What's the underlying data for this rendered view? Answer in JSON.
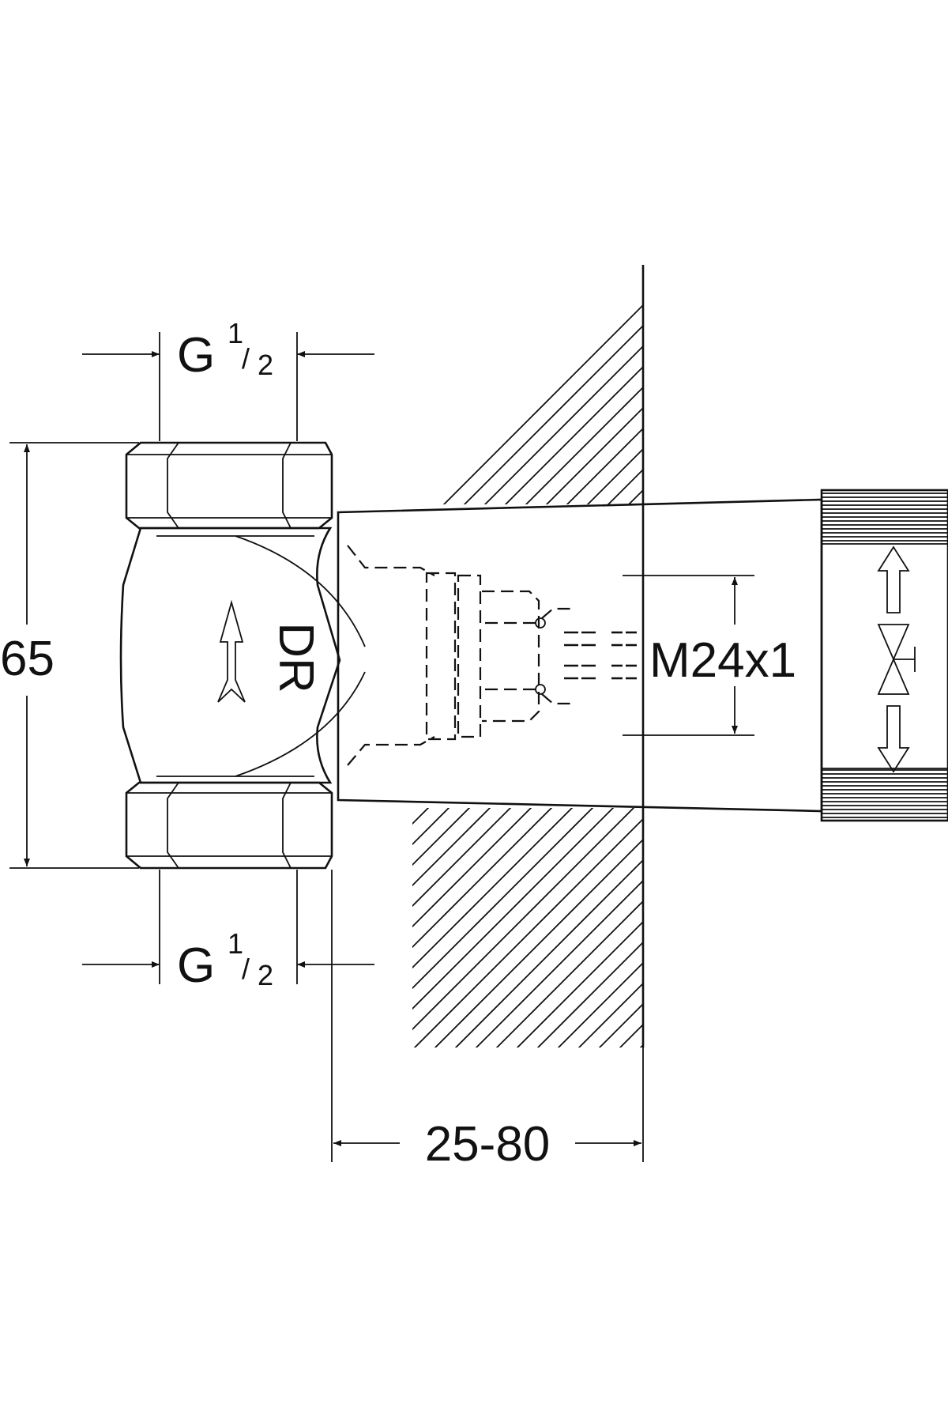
{
  "dimensions": {
    "top_thread": {
      "main": "G",
      "num": "1",
      "sep": "/",
      "den": "2"
    },
    "bottom_thread": {
      "main": "G",
      "num": "1",
      "sep": "/",
      "den": "2"
    },
    "height": "65",
    "thread_size": "M24x1",
    "wall_depth": "25-80"
  },
  "body_marking": "DR"
}
